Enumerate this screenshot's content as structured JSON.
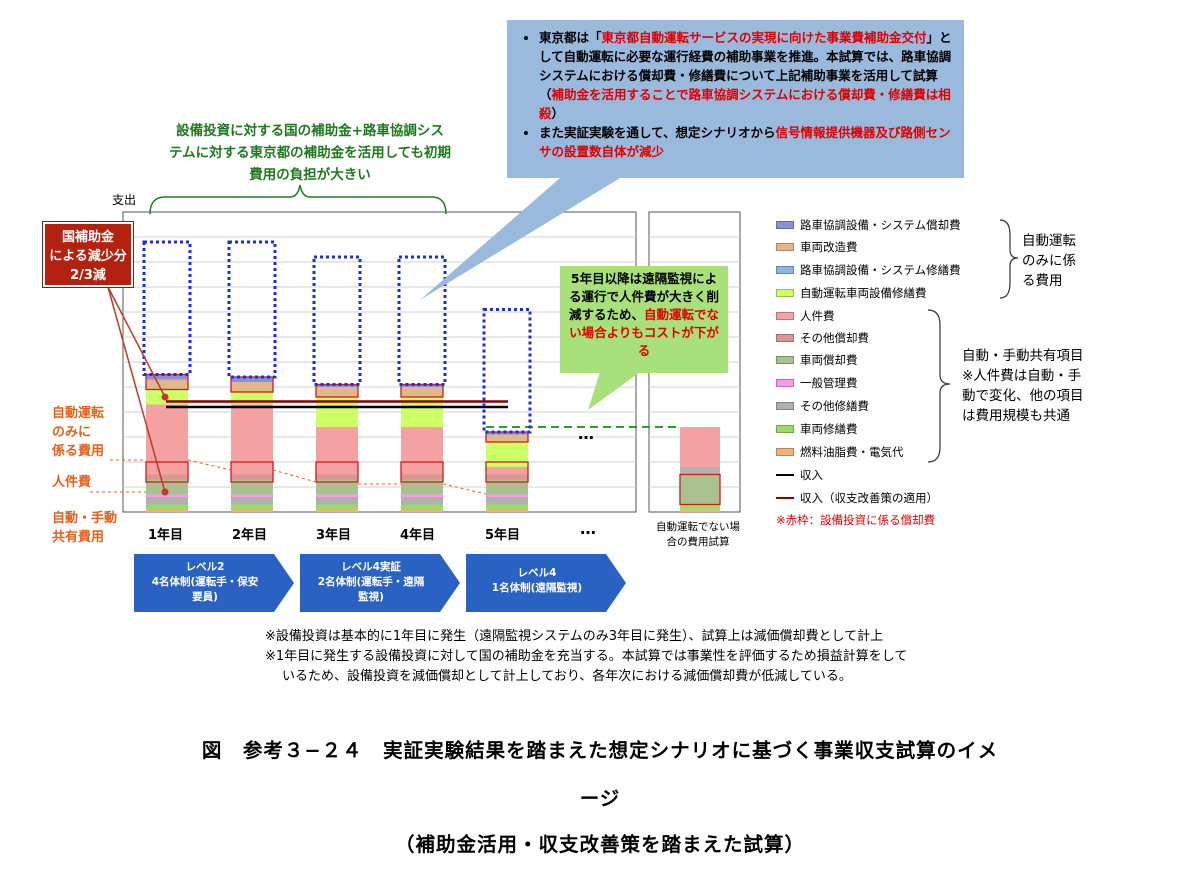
{
  "chart_data": {
    "type": "bar",
    "stacked": true,
    "y_axis_label": "支出",
    "categories": [
      "1年目",
      "2年目",
      "3年目",
      "4年目",
      "5年目",
      "…"
    ],
    "separate_category": "自動運転でない場合の費用試算",
    "series": [
      {
        "name": "路車協調設備・システム償却費",
        "color": "#8b8fd9",
        "values": [
          0.2,
          0.2,
          0.1,
          0.1,
          0.1,
          null
        ]
      },
      {
        "name": "車両改造費",
        "color": "#e0b889",
        "values": [
          0.4,
          0.4,
          0.4,
          0.4,
          0.3,
          null
        ]
      },
      {
        "name": "路車協調設備・システム修繕費",
        "color": "#8eb4e3",
        "values": [
          0,
          0,
          0,
          0,
          0,
          null
        ]
      },
      {
        "name": "自動運転車両設備修繕費",
        "color": "#ccff66",
        "values": [
          0.6,
          0.5,
          1.2,
          1.2,
          1.0,
          null
        ]
      },
      {
        "name": "人件費",
        "color": "#f4a1a1",
        "values": [
          2.8,
          2.8,
          1.9,
          1.9,
          0.3,
          null
        ]
      },
      {
        "name": "その他償却費",
        "color": "#d99694",
        "values": [
          0.2,
          0.2,
          0.2,
          0.2,
          0.2,
          null
        ]
      },
      {
        "name": "車両償却費",
        "color": "#a9c08f",
        "values": [
          0.6,
          0.6,
          0.6,
          0.6,
          0.6,
          null
        ]
      },
      {
        "name": "一般管理費",
        "color": "#ff99ee",
        "values": [
          0.1,
          0.1,
          0.1,
          0.1,
          0.1,
          null
        ]
      },
      {
        "name": "その他修繕費",
        "color": "#b0b0b0",
        "values": [
          0.3,
          0.3,
          0.3,
          0.3,
          0.3,
          null
        ]
      },
      {
        "name": "車両修繕費",
        "color": "#99dd66",
        "values": [
          0.2,
          0.2,
          0.2,
          0.2,
          0.2,
          null
        ]
      },
      {
        "name": "燃料油脂費・電気代",
        "color": "#f0b080",
        "values": [
          0.1,
          0.1,
          0.1,
          0.1,
          0.1,
          null
        ]
      }
    ],
    "baseline_stack": [
      {
        "name": "人件費",
        "value": 1.6
      },
      {
        "name": "その他修繕費",
        "value": 0.3
      },
      {
        "name": "車両償却費",
        "value": 1.2
      },
      {
        "name": "車両修繕費",
        "value": 0.2
      },
      {
        "name": "燃料油脂費・電気代",
        "value": 0.1
      }
    ],
    "lines": [
      {
        "name": "収入",
        "color": "#000000",
        "value": 4.2
      },
      {
        "name": "収入（収支改善策の適用）",
        "color": "#8b0000",
        "value": 4.3
      },
      {
        "name": "",
        "color": "#2aa02a",
        "dashed": true,
        "value": 3.4
      }
    ],
    "capex_outline_tops": [
      10.8,
      10.8,
      10.2,
      10.2,
      8.1
    ],
    "ylim": [
      0,
      12
    ]
  },
  "legend": {
    "items": [
      {
        "label": "路車協調設備・システム償却費",
        "color": "#8b8fd9",
        "type": "bar"
      },
      {
        "label": "車両改造費",
        "color": "#e0b889",
        "type": "bar"
      },
      {
        "label": "路車協調設備・システム修繕費",
        "color": "#8eb4e3",
        "type": "bar"
      },
      {
        "label": "自動運転車両設備修繕費",
        "color": "#ccff66",
        "type": "bar"
      },
      {
        "label": "人件費",
        "color": "#f4a1a1",
        "type": "bar"
      },
      {
        "label": "その他償却費",
        "color": "#d99694",
        "type": "bar"
      },
      {
        "label": "車両償却費",
        "color": "#a9c08f",
        "type": "bar"
      },
      {
        "label": "一般管理費",
        "color": "#ff99ee",
        "type": "bar"
      },
      {
        "label": "その他修繕費",
        "color": "#b0b0b0",
        "type": "bar"
      },
      {
        "label": "車両修繕費",
        "color": "#99dd66",
        "type": "bar"
      },
      {
        "label": "燃料油脂費・電気代",
        "color": "#f0b080",
        "type": "bar"
      },
      {
        "label": "収入",
        "color": "#000000",
        "type": "line"
      },
      {
        "label": "収入（収支改善策の適用）",
        "color": "#8b0000",
        "type": "line"
      }
    ],
    "red_frame_note": "※赤枠：設備投資に係る償却費",
    "group_auto": [
      "自動運転",
      "のみに係",
      "る費用"
    ],
    "group_shared": [
      "自動・手動共有項目",
      "※人件費は自動・手",
      "動で変化、他の項目",
      "は費用規模も共通"
    ]
  },
  "annotations": {
    "top_callout": {
      "b1_a": "東京都は「",
      "b1_red": "東京都自動運転サービスの実現に向けた事業費補助金交付",
      "b1_b": "」として自動運転に必要な運行経費の補助事業を推進。本試算では、路車協調システムにおける償却費・修繕費について上記補助事業を活用して試算（",
      "b1_red2": "補助金を活用することで路車協調システムにおける償却費・修繕費は相殺",
      "b1_c": "）",
      "b2_a": "また実証実験を通して、想定シナリオから",
      "b2_red": "信号情報提供機器及び路側センサの設置数自体が減少"
    },
    "green_text": [
      "設備投資に対する国の補助金+路車協調シス",
      "テムに対する東京都の補助金を活用しても初期",
      "費用の負担が大きい"
    ],
    "subsidy_box": [
      "国補助金",
      "による減少分",
      "2/3減"
    ],
    "green_callout_a": "5年目以降は遠隔監視による運行で人件費が大きく削減するため、",
    "green_callout_red": "自動運転でない場合よりもコストが下がる",
    "left_labels": {
      "auto_only": [
        "自動運転",
        "のみに",
        "係る費用"
      ],
      "personnel": "人件費",
      "shared": [
        "自動・手動",
        "共有費用"
      ]
    },
    "ellipsis": "…",
    "separate_label": [
      "自動運転でない場",
      "合の費用試算"
    ]
  },
  "phases": [
    {
      "lines": [
        "レベル2",
        "4名体制(運転手・保安",
        "要員)"
      ],
      "color": "#2a62c4"
    },
    {
      "lines": [
        "レベル4実証",
        "2名体制(運転手・遠隔",
        "監視)"
      ],
      "color": "#2a62c4"
    },
    {
      "lines": [
        "レベル4",
        "1名体制(遠隔監視)"
      ],
      "color": "#2a62c4"
    }
  ],
  "notes": [
    "※設備投資は基本的に1年目に発生（遠隔監視システムのみ3年目に発生）、試算上は減価償却費として計上",
    "※1年目に発生する設備投資に対して国の補助金を充当する。本試算では事業性を評価するため損益計算をして",
    "いるため、設備投資を減価償却として計上しており、各年次における減価償却費が低減している。"
  ],
  "caption": {
    "line1": "図　参考３−２４　実証実験結果を踏まえた想定シナリオに基づく事業収支試算のイメ",
    "line2": "ージ",
    "line3": "（補助金活用・収支改善策を踏まえた試算）"
  }
}
